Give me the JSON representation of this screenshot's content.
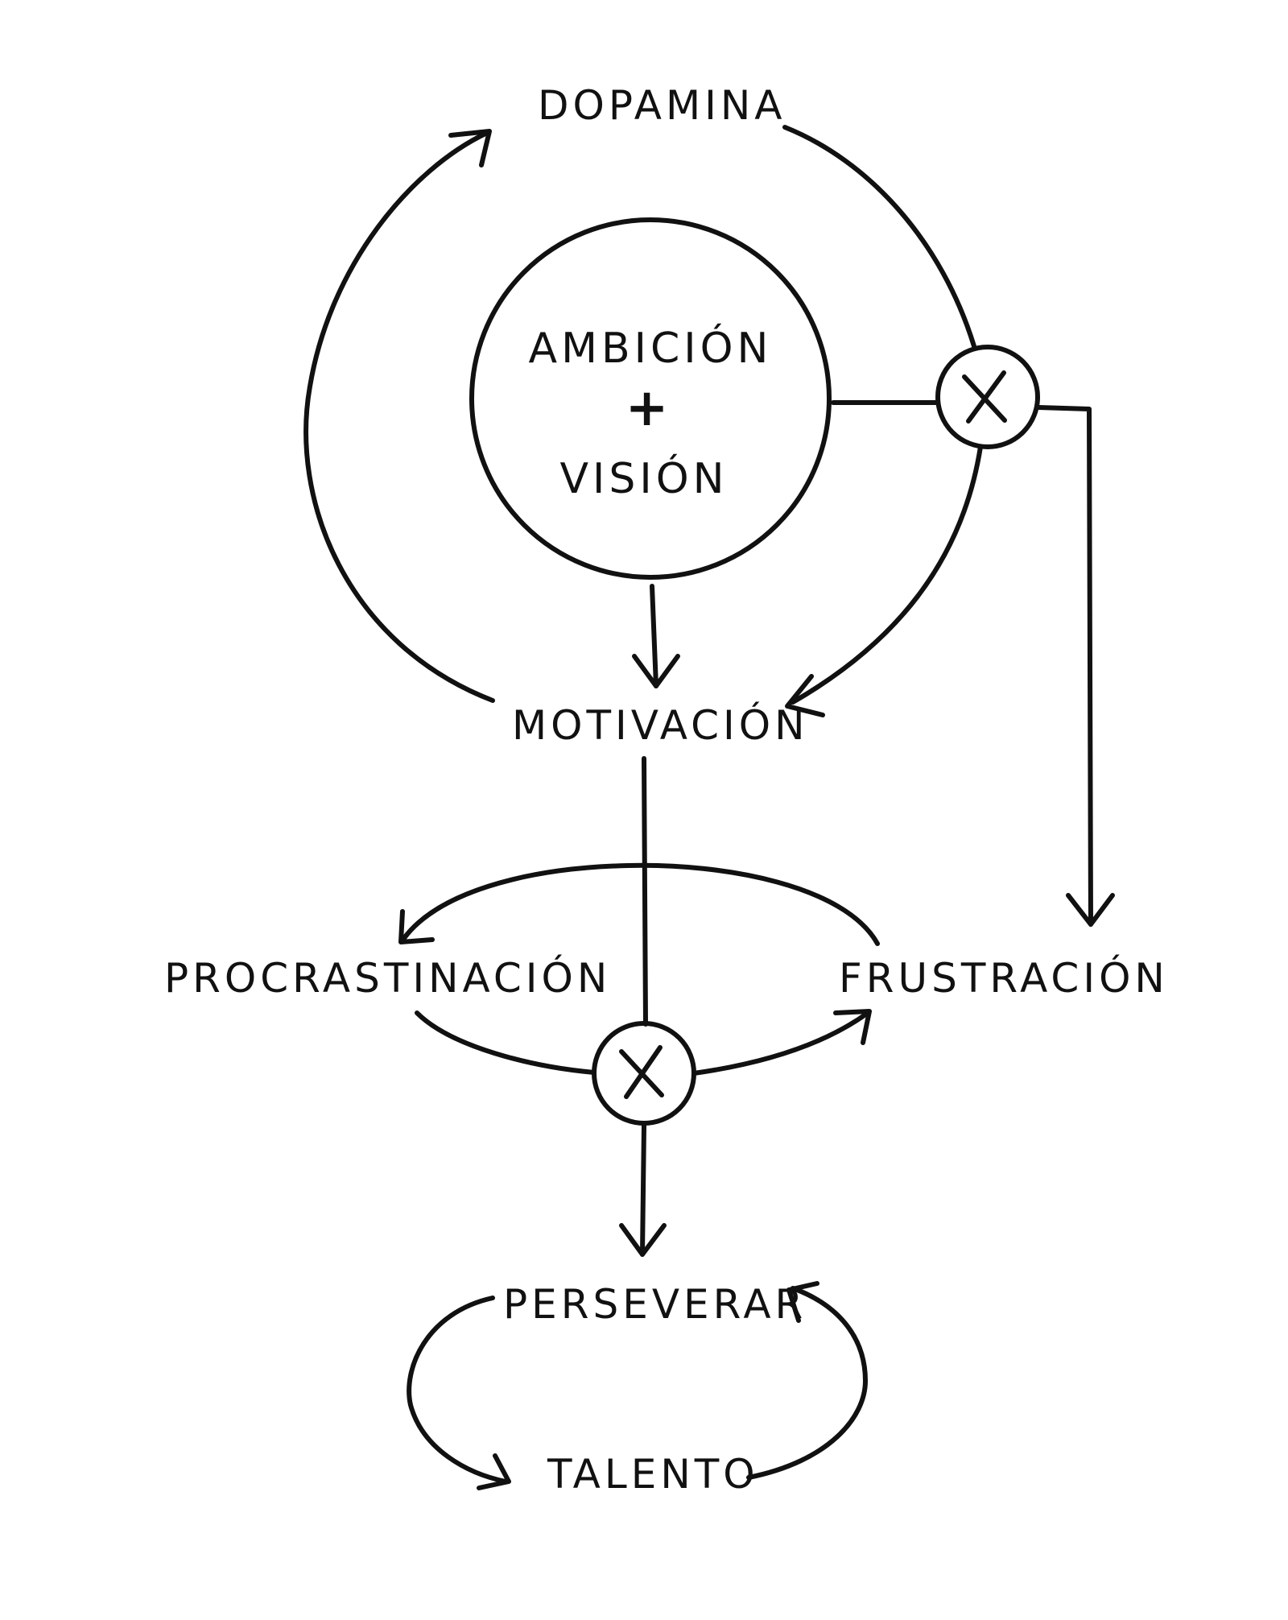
{
  "labels": {
    "dopamina": "DOPAMINA",
    "ambicion": "AMBICIÓN",
    "plus": "+",
    "vision": "VISIÓN",
    "motivacion": "MOTIVACIÓN",
    "procrastinacion": "PROCRASTINACIÓN",
    "frustracion": "FRUSTRACIÓN",
    "perseverar": "PERSEVERAR",
    "talento": "TALENTO"
  },
  "nodes": {
    "multiplier_top": "X",
    "multiplier_bottom": "X"
  },
  "colors": {
    "ink": "#111111",
    "background": "#ffffff"
  }
}
